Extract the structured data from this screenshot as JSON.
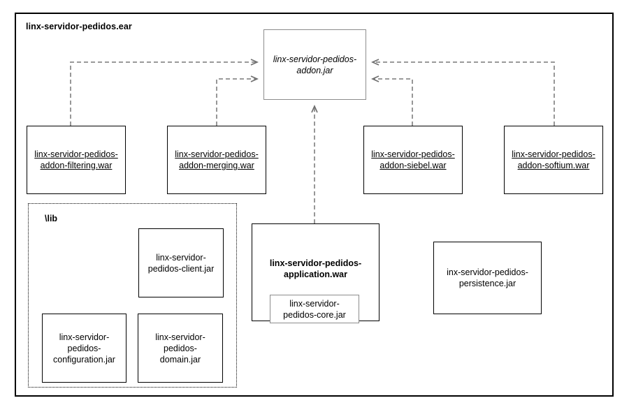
{
  "diagram": {
    "type": "component-diagram",
    "container": {
      "name": "ear-container",
      "title": "linx-servidor-pedidos.ear",
      "border_color": "#000000"
    },
    "lib_container": {
      "name": "lib-folder",
      "title": "\\lib",
      "border_style": "dotted",
      "border_color": "#000000"
    },
    "nodes": {
      "addon_jar": {
        "label": "linx-servidor-pedidos-\naddon.jar",
        "style": "italic",
        "border_color": "#8c8c8c"
      },
      "war_filtering": {
        "label": "linx-servidor-pedidos-\naddon-filtering.war",
        "style": "underline",
        "border_color": "#000000"
      },
      "war_merging": {
        "label": "linx-servidor-pedidos-\naddon-merging.war",
        "style": "underline",
        "border_color": "#000000"
      },
      "war_siebel": {
        "label": "linx-servidor-pedidos-\naddon-siebel.war",
        "style": "underline",
        "border_color": "#000000"
      },
      "war_softium": {
        "label": "linx-servidor-pedidos-\naddon-softium.war",
        "style": "underline",
        "border_color": "#000000"
      },
      "jar_client": {
        "label": "linx-servidor-\npedidos-client.jar",
        "style": "plain",
        "border_color": "#000000"
      },
      "jar_configuration": {
        "label": "linx-servidor-\npedidos-\nconfiguration.jar",
        "style": "plain",
        "border_color": "#000000"
      },
      "jar_domain": {
        "label": "linx-servidor-\npedidos-\ndomain.jar",
        "style": "plain",
        "border_color": "#000000"
      },
      "war_application": {
        "label": "linx-servidor-pedidos-\napplication.war",
        "style": "bold",
        "border_color": "#000000"
      },
      "jar_core": {
        "label": "linx-servidor-\npedidos-core.jar",
        "style": "plain",
        "border_color": "#8c8c8c"
      },
      "jar_persistence": {
        "label": "inx-servidor-pedidos-\npersistence.jar",
        "style": "plain",
        "border_color": "#000000"
      }
    },
    "connectors": {
      "style": "dashed",
      "color": "#8c8c8c",
      "arrow_head": "open",
      "edges": [
        {
          "name": "filtering-to-addon",
          "from": "war_filtering",
          "to": "addon_jar",
          "direction": "to-target"
        },
        {
          "name": "merging-to-addon",
          "from": "war_merging",
          "to": "addon_jar",
          "direction": "to-target"
        },
        {
          "name": "siebel-to-addon",
          "from": "war_siebel",
          "to": "addon_jar",
          "direction": "to-target"
        },
        {
          "name": "softium-to-addon",
          "from": "war_softium",
          "to": "addon_jar",
          "direction": "to-target"
        },
        {
          "name": "application-to-addon",
          "from": "war_application",
          "to": "addon_jar",
          "direction": "to-target"
        }
      ]
    }
  }
}
